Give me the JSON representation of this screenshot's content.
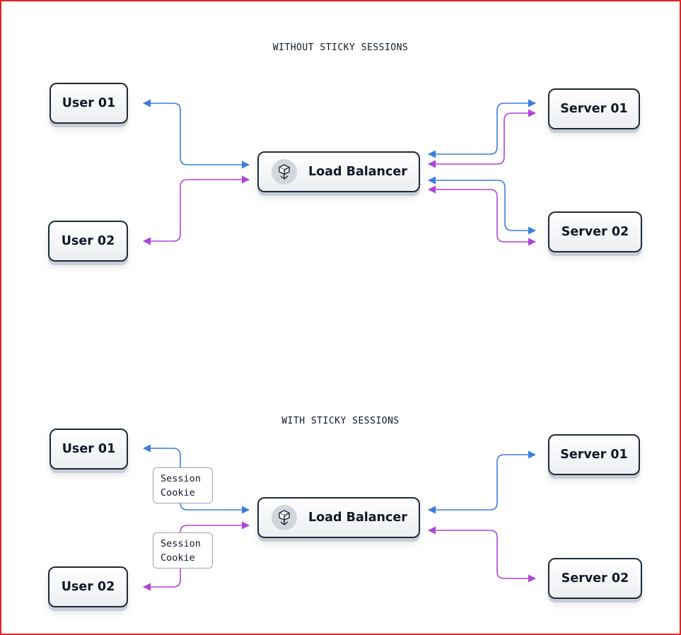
{
  "colors": {
    "border": "#e02424",
    "blue": "#3b7ddd",
    "purple": "#b044d6"
  },
  "top": {
    "title": "WITHOUT STICKY SESSIONS",
    "user1": "User 01",
    "user2": "User 02",
    "lb": "Load Balancer",
    "server1": "Server 01",
    "server2": "Server 02"
  },
  "bottom": {
    "title": "WITH STICKY SESSIONS",
    "user1": "User 01",
    "user2": "User 02",
    "lb": "Load Balancer",
    "server1": "Server 01",
    "server2": "Server 02",
    "cookie1": {
      "line1": "Session",
      "line2": "Cookie"
    },
    "cookie2": {
      "line1": "Session",
      "line2": "Cookie"
    }
  },
  "icons": {
    "lb": "load-balancer-icon"
  }
}
